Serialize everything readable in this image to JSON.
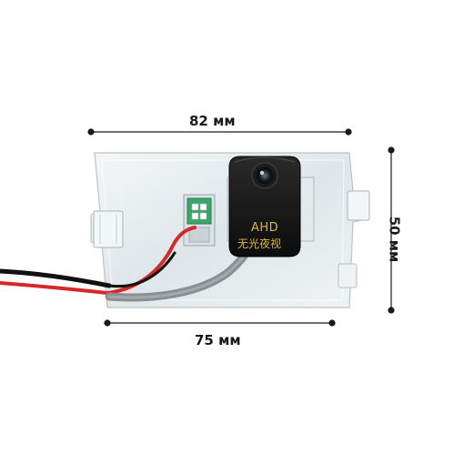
{
  "dimensions": {
    "top_width": "82 мм",
    "bottom_width": "75 мм",
    "height": "50 мм"
  },
  "camera": {
    "badge": "AHD",
    "subtitle": "无光夜视"
  },
  "colors": {
    "background": "#ffffff",
    "dimension_line": "#1a1a1a",
    "camera_body": "#141414",
    "camera_text": "#e0b545",
    "bracket": "#e9eef0",
    "cable_red": "#d62828",
    "cable_black": "#111111",
    "cable_gray": "#8a8f94",
    "led_board": "#3aa66a"
  }
}
